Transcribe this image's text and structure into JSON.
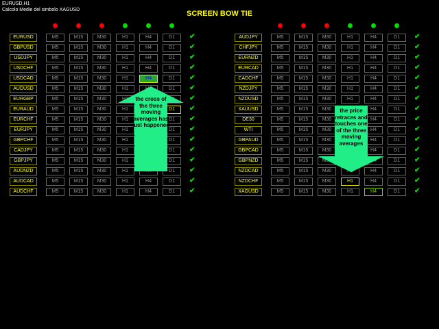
{
  "header": {
    "chart": "EURUSD,H1",
    "subtitle": "Calcolo Medie del simbolo  XAGUSD"
  },
  "title": "SCREEN BOW TIE",
  "timeframes": [
    "M5",
    "M15",
    "M30",
    "H1",
    "H4",
    "D1"
  ],
  "dots": [
    "#ff0000",
    "#ff0000",
    "#ff0000",
    "#00e000",
    "#00e000",
    "#00e000"
  ],
  "left_symbols": [
    "EURUSD",
    "GBPUSD",
    "USDJPY",
    "USDCHF",
    "USDCAD",
    "AUDUSD",
    "EURGBP",
    "EURAUD",
    "EURCHF",
    "EURJPY",
    "GBPCHF",
    "CADJPY",
    "GBPJPY",
    "AUDNZD",
    "AUDCAD",
    "AUDCHF"
  ],
  "right_symbols": [
    "AUDJPY",
    "CHFJPY",
    "EURNZD",
    "EURCAD",
    "CADCHF",
    "NZDJPY",
    "NZDUSD",
    "XAUUSD",
    "DE30",
    "WTI",
    "GBPAUD",
    "GBPCAD",
    "GBPNZD",
    "NZDCAD",
    "NZDCHF",
    "XAGUSD"
  ],
  "left_arrow_text": "the cross of the three moving averages has just happened",
  "right_arrow_text": "the price retraces and touches one of the three moving averages",
  "colors": {
    "arrow": "#22ee88",
    "symbol_text": "#ffff33",
    "title": "#ffff00"
  },
  "tick_icon": "checkmark-icon"
}
